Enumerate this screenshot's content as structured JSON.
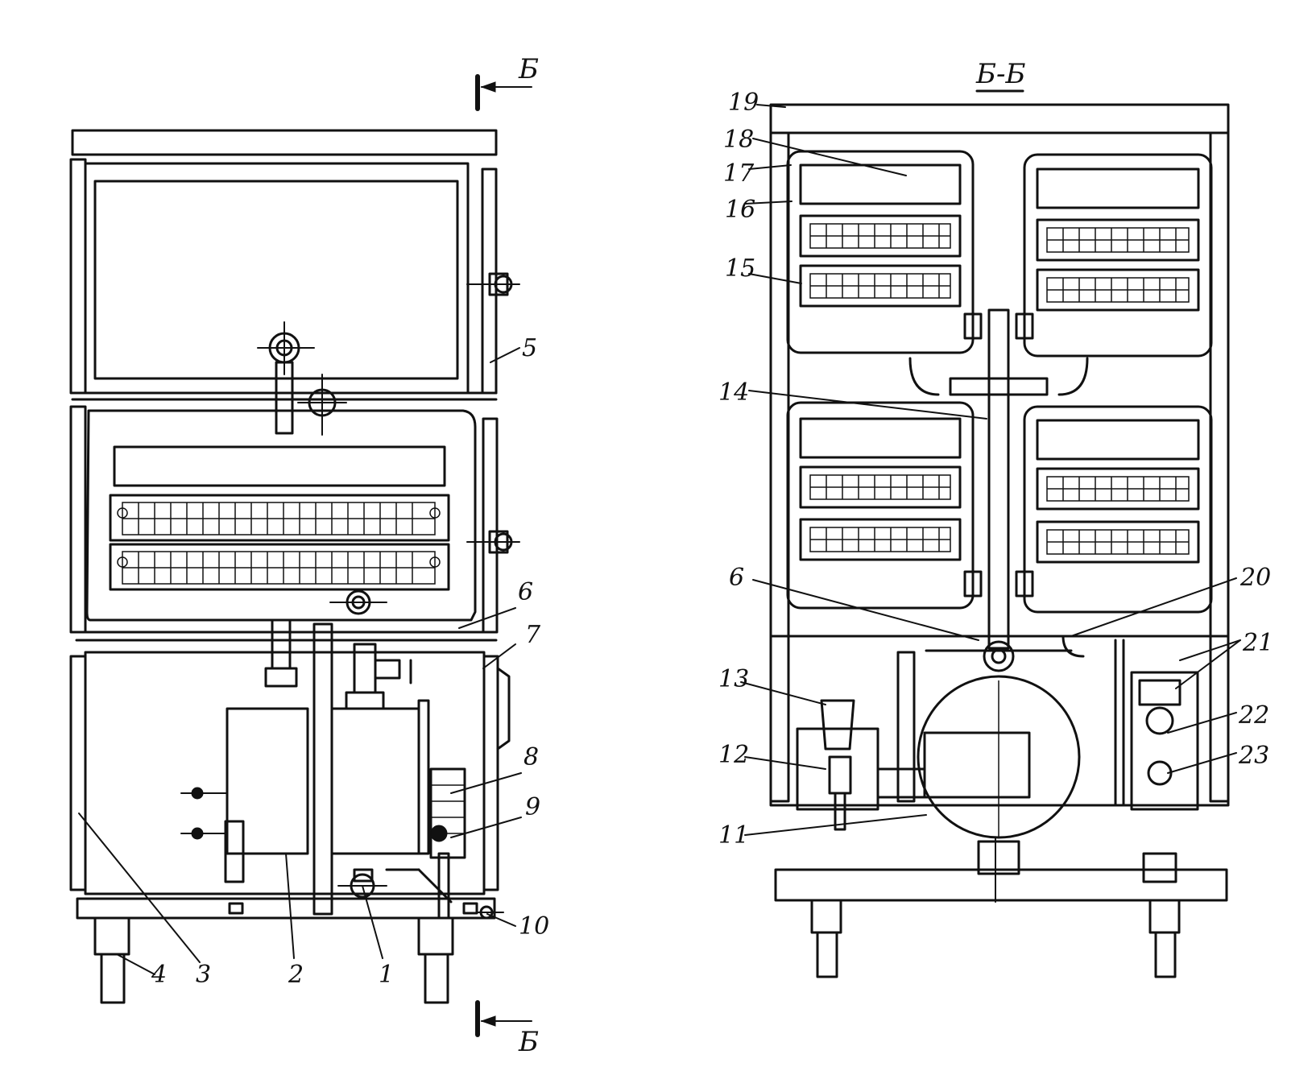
{
  "section_marks": {
    "top": "Б",
    "bottom": "Б",
    "section_title": "Б-Б"
  },
  "left_view": {
    "labels": [
      "1",
      "2",
      "3",
      "4",
      "5",
      "6",
      "7",
      "8",
      "9",
      "10"
    ]
  },
  "right_view": {
    "labels": [
      "6",
      "11",
      "12",
      "13",
      "14",
      "15",
      "16",
      "17",
      "18",
      "19",
      "20",
      "21",
      "22",
      "23"
    ]
  }
}
